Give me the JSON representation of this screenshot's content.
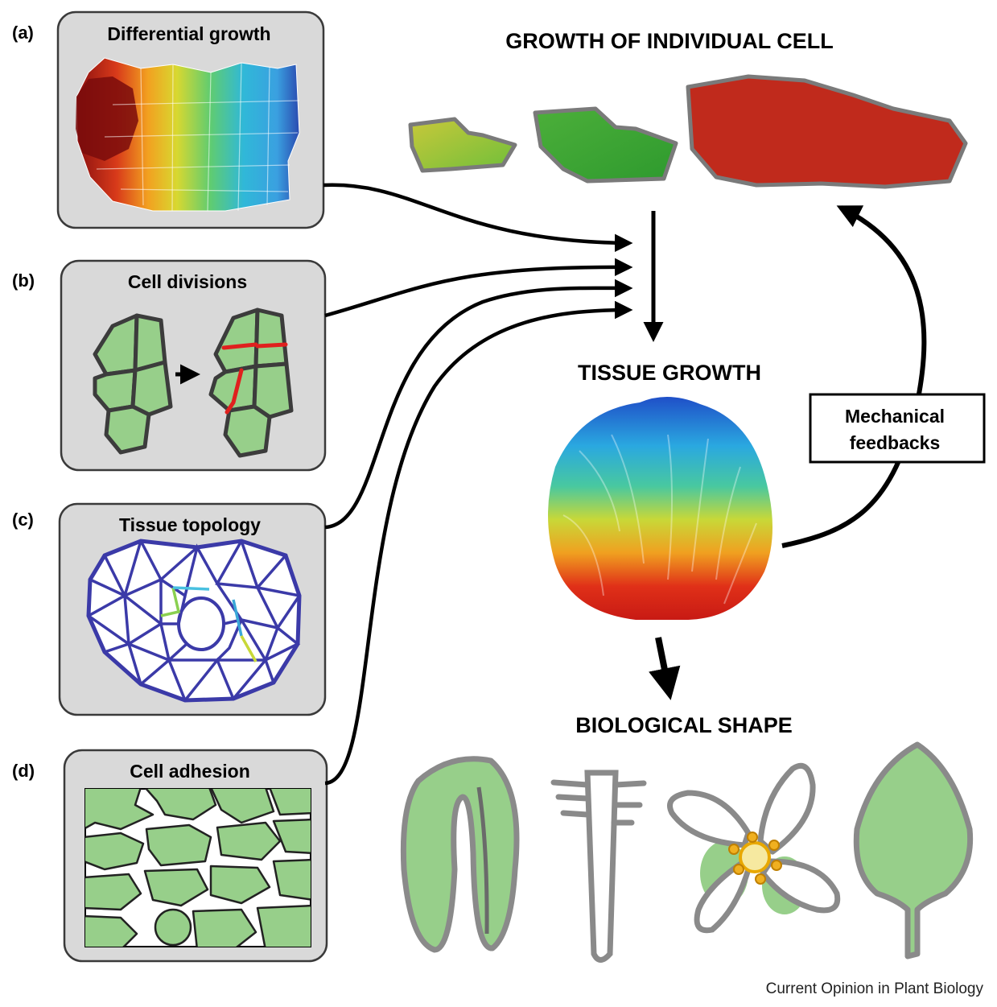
{
  "panels": {
    "a": {
      "letter": "(a)",
      "title": "Differential growth"
    },
    "b": {
      "letter": "(b)",
      "title": "Cell divisions"
    },
    "c": {
      "letter": "(c)",
      "title": "Tissue topology"
    },
    "d": {
      "letter": "(d)",
      "title": "Cell adhesion"
    }
  },
  "headings": {
    "growth_cell": "GROWTH OF INDIVIDUAL CELL",
    "tissue_growth": "TISSUE GROWTH",
    "biological_shape": "BIOLOGICAL SHAPE"
  },
  "feedback_box": {
    "line1": "Mechanical",
    "line2": "feedbacks"
  },
  "credit": "Current Opinion in Plant Biology",
  "colors": {
    "panel_bg": "#d9d9d9",
    "panel_border": "#3a3a3a",
    "cell_green": "#97cf8a",
    "cell_outline": "#3c3c3c",
    "division_red": "#e0201e",
    "mesh_blue": "#3b3aa8",
    "cell_red": "#c02a1c",
    "shape_gray": "#8a8a8a"
  },
  "icons": {
    "arrow": "curved-arrow-icon",
    "division_arrow": "right-arrow-icon"
  }
}
